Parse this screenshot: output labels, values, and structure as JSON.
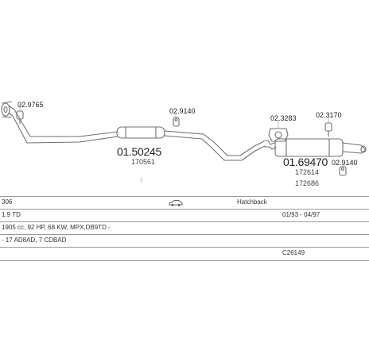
{
  "parts": {
    "p1": {
      "code": "02.9765"
    },
    "p2": {
      "code": "01.50245",
      "ref": "170561"
    },
    "p3": {
      "code": "02.9140"
    },
    "p4": {
      "code": "02.3283"
    },
    "p5": {
      "code": "02.3170"
    },
    "p6": {
      "code": "01.69470",
      "refs": [
        "172614",
        "172686"
      ]
    },
    "p7": {
      "code": "02.9140"
    }
  },
  "vehicle": {
    "model": "306",
    "body": "Hatchback",
    "engine": "1.9 TD",
    "dates": "01/93 - 04/97",
    "spec": "1905 cc, 92 HP, 68 KW, MPX,DB9TD -",
    "codes": "- 17 AD8AD, 7 CDBAD",
    "catalog": "C26149"
  },
  "colors": {
    "line": "#6f6f6f",
    "border": "#9a9a9a"
  }
}
